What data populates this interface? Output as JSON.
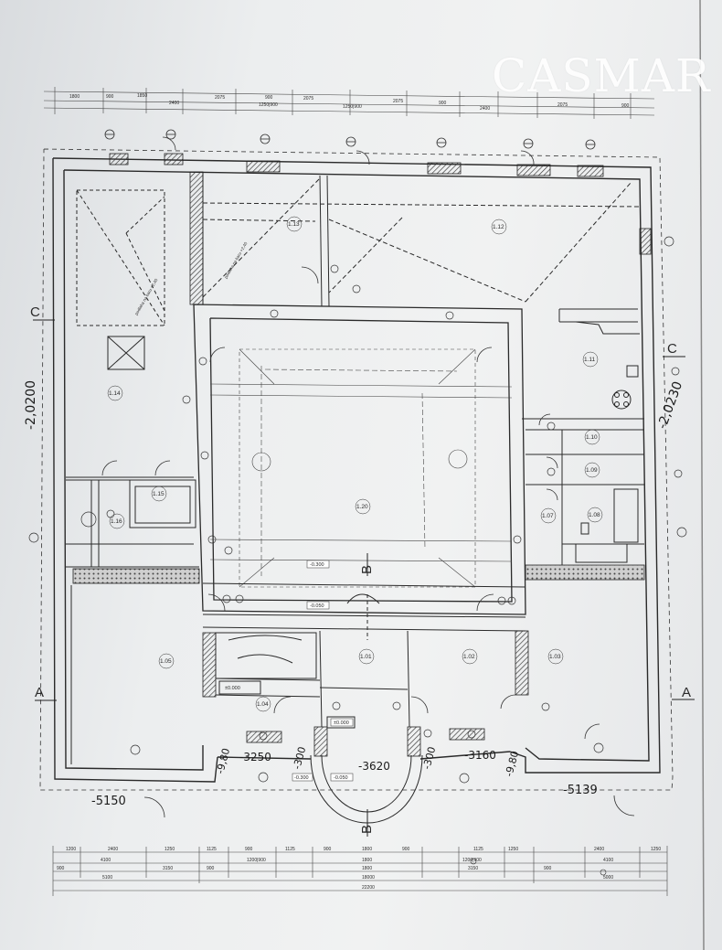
{
  "watermark": "CASMAR",
  "dims_top": [
    "1800",
    "900",
    "1850",
    "2400",
    "2075",
    "900",
    "1250|900",
    "2075",
    "1250|900",
    "2075",
    "900",
    "2400",
    "2075",
    "900"
  ],
  "dims_bottom_row1": [
    "1200",
    "2400",
    "1250",
    "1125",
    "900",
    "1125",
    "900",
    "1800",
    "900",
    "1125",
    "1250",
    "2400",
    "1250"
  ],
  "dims_bottom_row2": [
    "4100",
    "1200|900",
    "1800",
    "1200|900",
    "4100"
  ],
  "dims_bottom_row3": [
    "900",
    "3150",
    "900",
    "1800",
    "3150",
    "900"
  ],
  "dims_bottom_row4": [
    "5100",
    "18000",
    "5000"
  ],
  "dims_bottom_total": "22200",
  "rooms": [
    "1.13",
    "1.12",
    "1.14",
    "1.11",
    "1.15",
    "1.16",
    "1.20",
    "1.10",
    "1.09",
    "1.07",
    "1.08",
    "1.05",
    "1.04",
    "1.01",
    "1.02",
    "1.03"
  ],
  "room_sub": "1.04",
  "levels": [
    "-0.300",
    "-0.050",
    "±0.000",
    "±0.000",
    "-0.050",
    "-0.300"
  ],
  "handwritten": {
    "left_height": "-2,0200",
    "right_height": "-2,0230",
    "bottom_left": "-5150",
    "bottom_right": "-5139",
    "mid_left_a": "-9,80",
    "mid_left_b": "-3250",
    "mid_left_c": "-300",
    "mid_center": "-3620",
    "mid_right_a": "-300",
    "mid_right_b": "-3160",
    "mid_right_c": "-9,80"
  },
  "section_marks": [
    "C",
    "C",
    "A",
    "A",
    "B",
    "B"
  ],
  "notes": [
    "podlaha na baru +2,40",
    "podlaha na baru +2,40"
  ]
}
